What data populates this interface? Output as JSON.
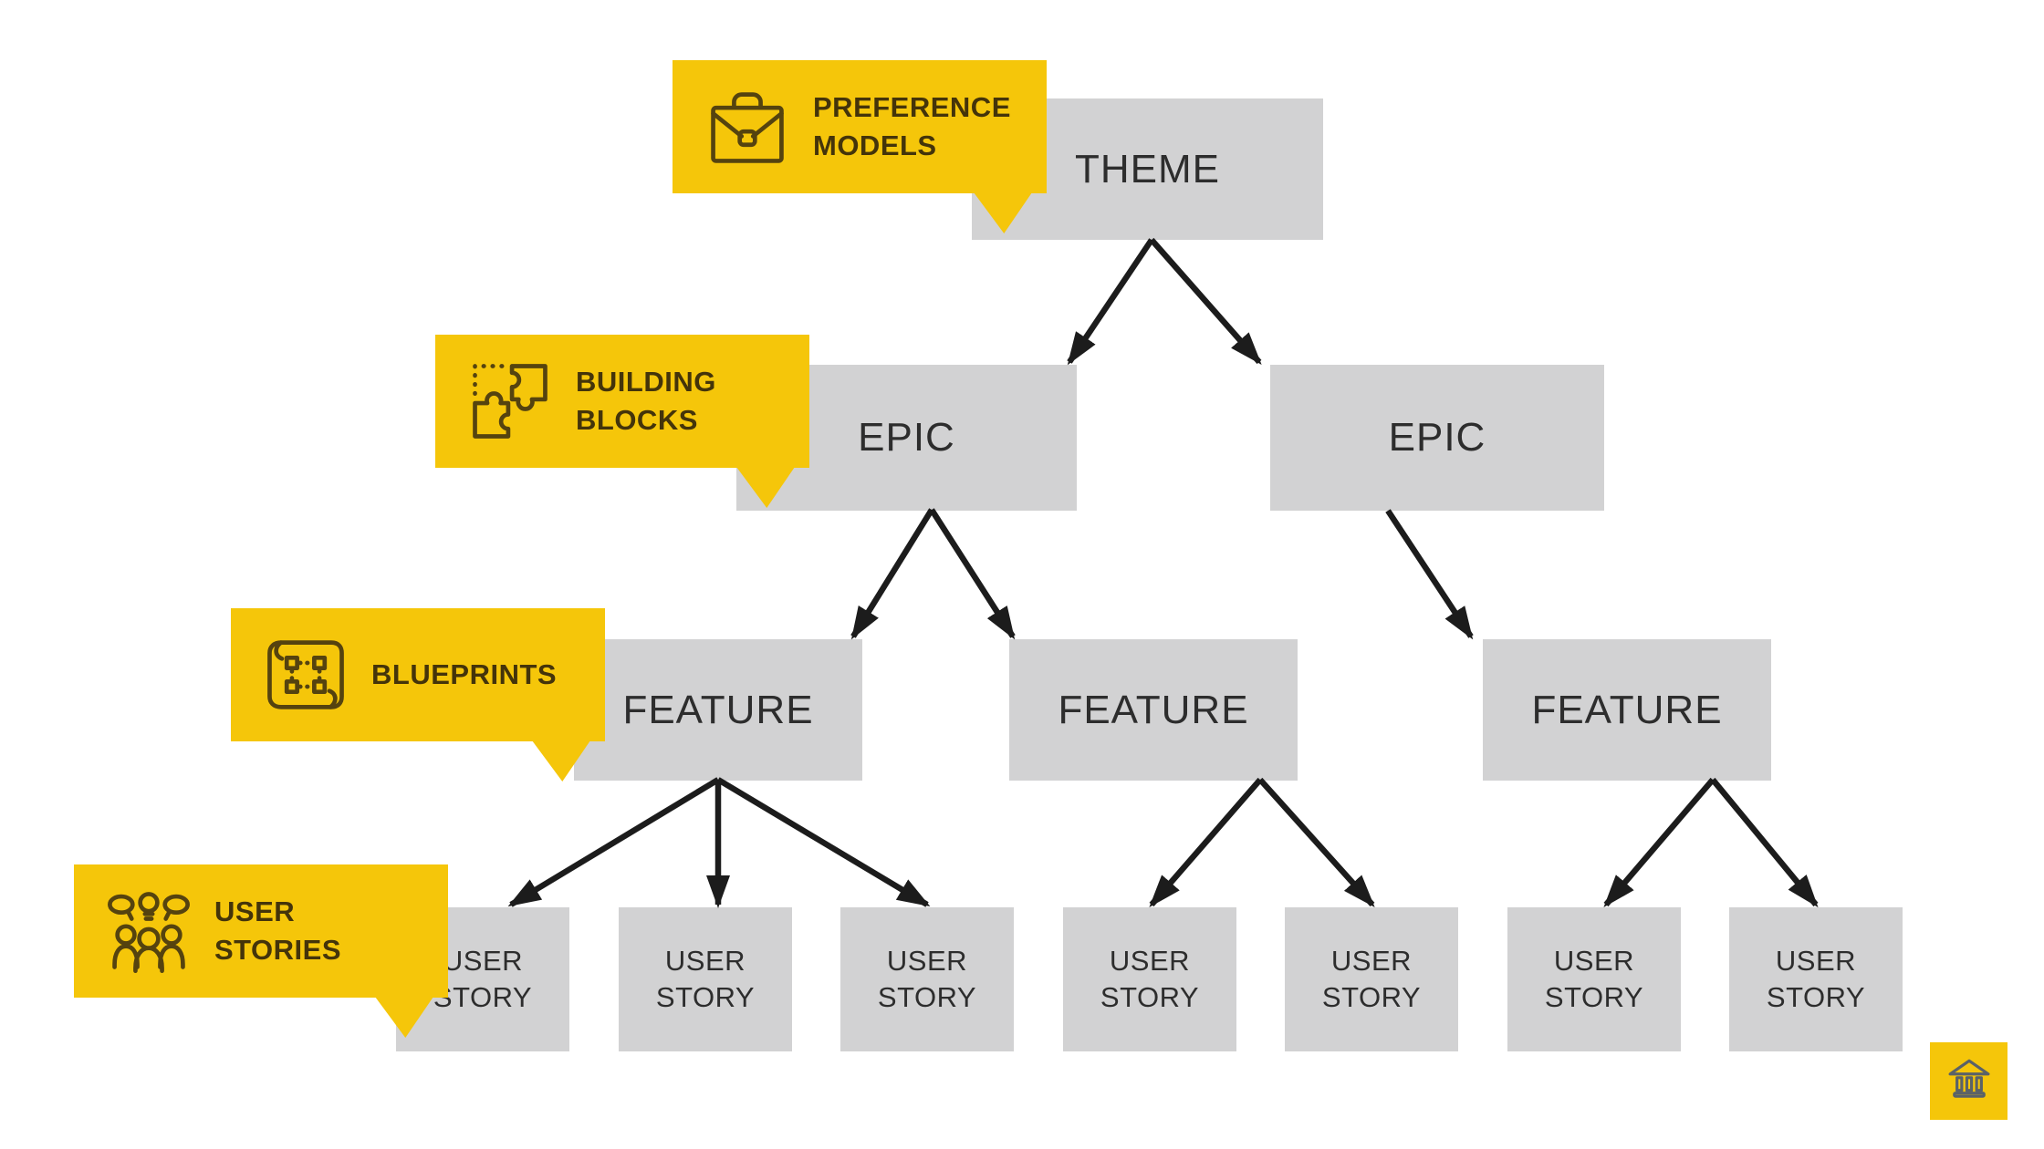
{
  "colors": {
    "background": "#ffffff",
    "callout_yellow": "#f5c60a",
    "box_gray": "#d2d2d3",
    "box_text": "#2d2d2d",
    "callout_text": "#44340a",
    "callout_icon_stroke": "#55430f",
    "arrow": "#1c1c1c",
    "bank_icon": "#5a6268"
  },
  "callouts": [
    {
      "id": "preference-models",
      "line1": "PREFERENCE",
      "line2": "MODELS",
      "icon": "briefcase-icon"
    },
    {
      "id": "building-blocks",
      "line1": "BUILDING",
      "line2": "BLOCKS",
      "icon": "puzzle-pieces-icon"
    },
    {
      "id": "blueprints",
      "line1": "BLUEPRINTS",
      "line2": "",
      "icon": "blueprint-scroll-icon"
    },
    {
      "id": "user-stories",
      "line1": "USER",
      "line2": "STORIES",
      "icon": "user-group-icon"
    }
  ],
  "boxes": {
    "theme": {
      "label": "THEME"
    },
    "epic1": {
      "label": "EPIC"
    },
    "epic2": {
      "label": "EPIC"
    },
    "feature1": {
      "label": "FEATURE"
    },
    "feature2": {
      "label": "FEATURE"
    },
    "feature3": {
      "label": "FEATURE"
    },
    "user_story": {
      "line1": "USER",
      "line2": "STORY"
    }
  },
  "hierarchy_note": "THEME > EPIC > FEATURE > USER STORY",
  "corner_badge": {
    "icon": "bank-icon"
  }
}
